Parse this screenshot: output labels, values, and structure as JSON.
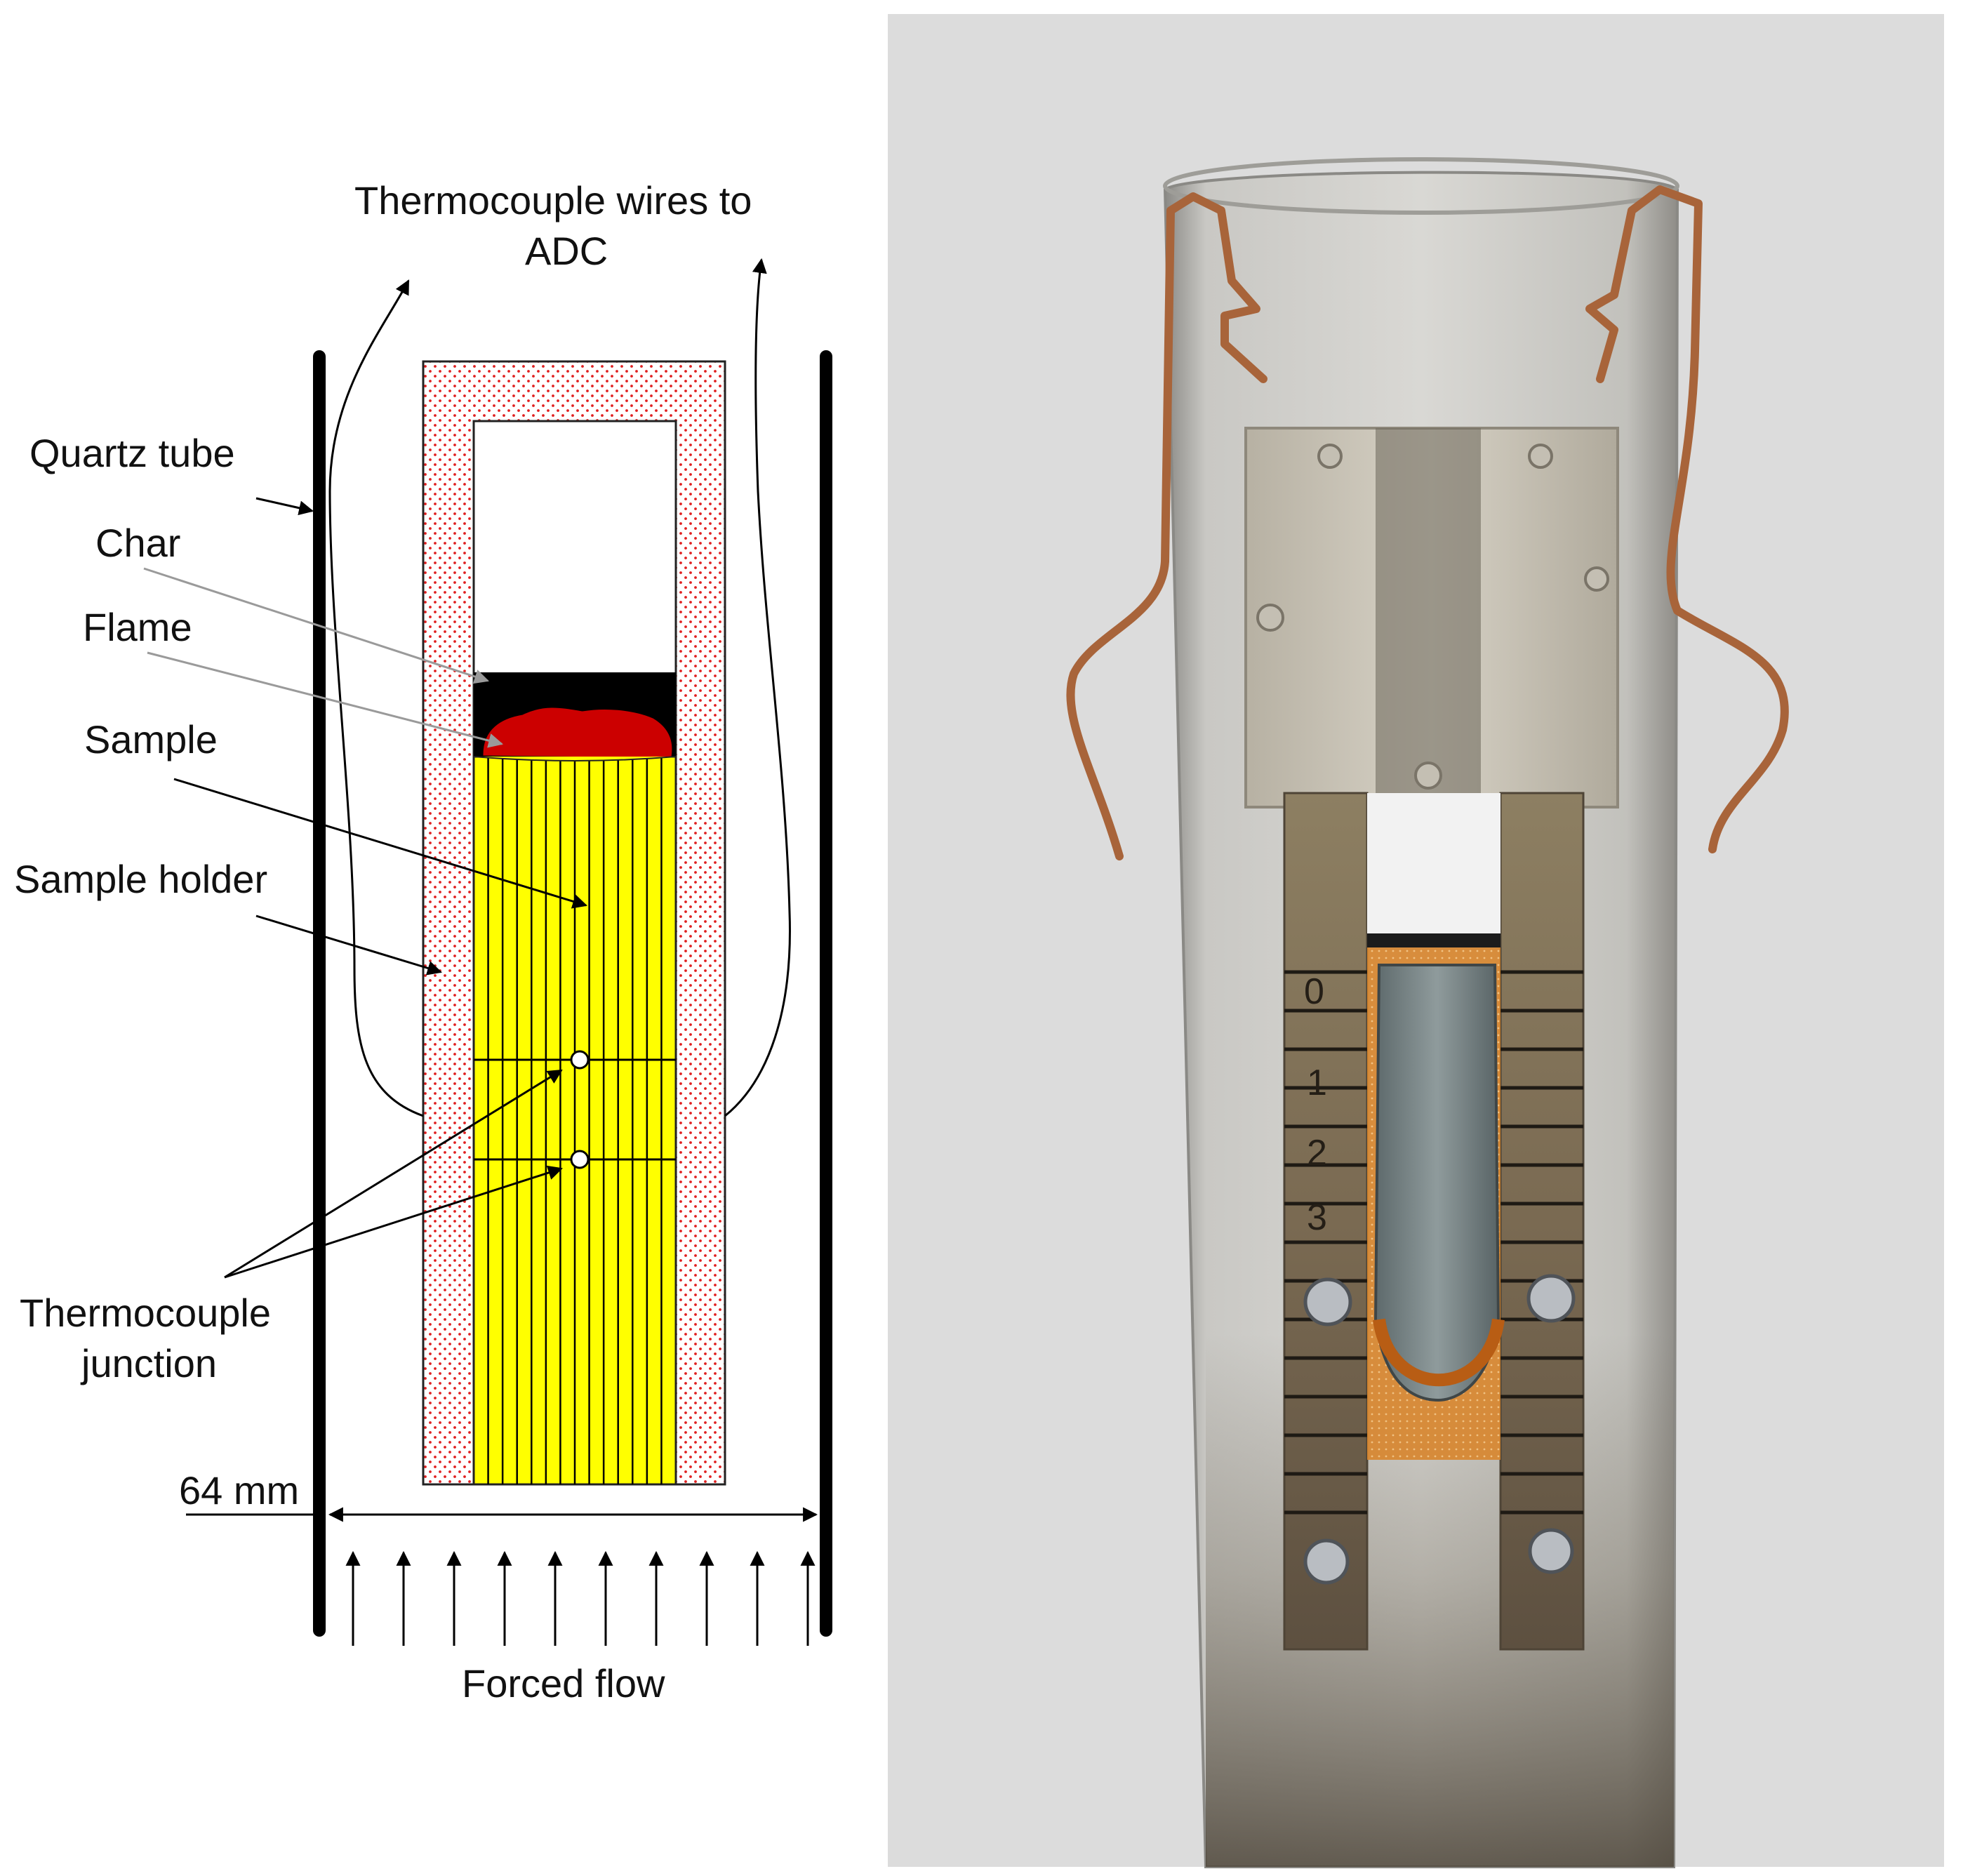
{
  "labels": {
    "wires_line1": "Thermocouple wires to",
    "wires_line2": "ADC",
    "quartz_tube": "Quartz tube",
    "char": "Char",
    "flame": "Flame",
    "sample": "Sample",
    "sample_holder": "Sample holder",
    "tc_junction_line1": "Thermocouple",
    "tc_junction_line2": "junction",
    "width_dim": "64 mm",
    "forced_flow": "Forced flow"
  },
  "photo": {
    "scale_marks": [
      "0",
      "1",
      "2",
      "3"
    ]
  },
  "colors": {
    "sample_fill": "#ffff00",
    "flame_fill": "#cc0000",
    "char_fill": "#000000",
    "holder_dots": "#e02020",
    "photo_background": "#dcdcdc",
    "copper_wire": "#a8643a"
  }
}
